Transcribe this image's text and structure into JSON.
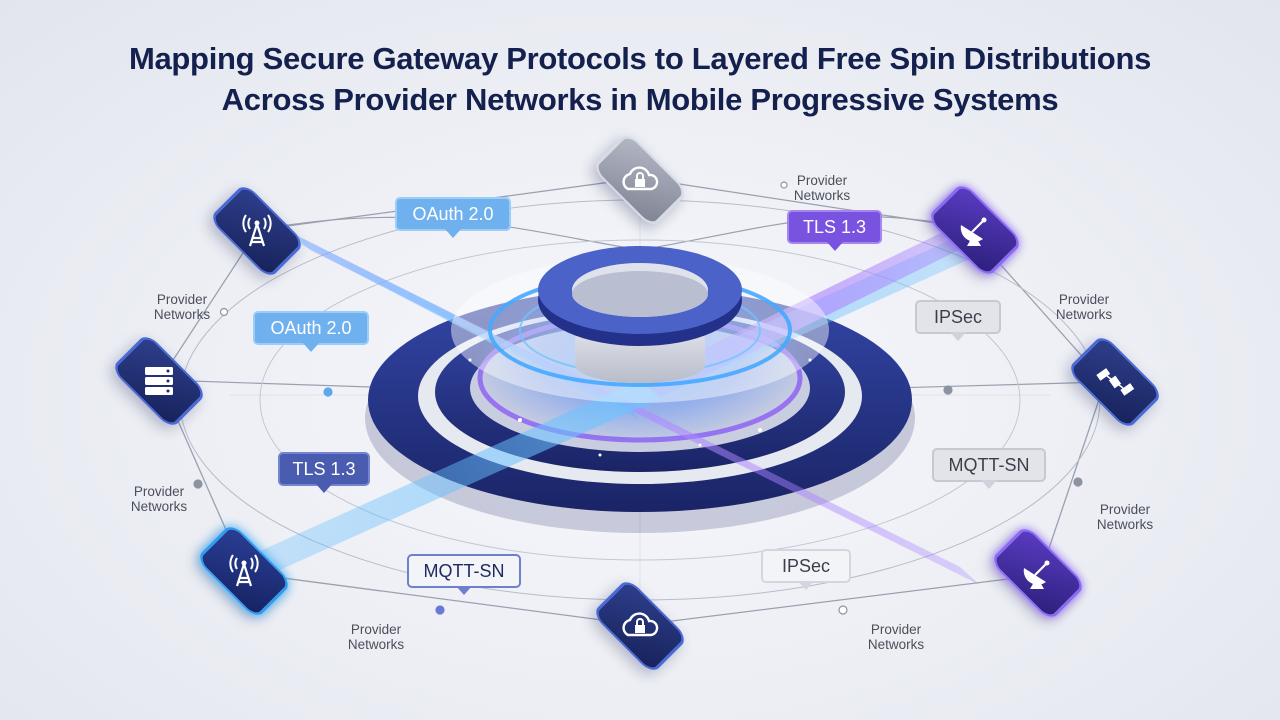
{
  "title": {
    "line1": "Mapping Secure Gateway Protocols to Layered Free Spin Distributions",
    "line2": "Across Provider Networks in Mobile Progressive Systems"
  },
  "nodes": [
    {
      "id": "cloud-lock-top",
      "icon": "cloud-lock-icon",
      "style": "grey"
    },
    {
      "id": "antenna-top-left",
      "icon": "signal-tower-icon",
      "style": "navy"
    },
    {
      "id": "satellite-dish-top-right",
      "icon": "satellite-dish-icon",
      "style": "purple"
    },
    {
      "id": "server-left",
      "icon": "server-rack-icon",
      "style": "navy"
    },
    {
      "id": "satellite-right",
      "icon": "satellite-icon",
      "style": "navy"
    },
    {
      "id": "antenna-bottom-left",
      "icon": "signal-tower-icon",
      "style": "glow"
    },
    {
      "id": "satellite-dish-bottom-right",
      "icon": "satellite-dish-icon",
      "style": "purple"
    },
    {
      "id": "cloud-lock-bottom",
      "icon": "cloud-lock-icon",
      "style": "navy"
    }
  ],
  "protocols": [
    {
      "id": "oauth-top",
      "label": "OAuth 2.0",
      "style": "blue"
    },
    {
      "id": "tls-top-right",
      "label": "TLS 1.3",
      "style": "purple"
    },
    {
      "id": "oauth-left",
      "label": "OAuth 2.0",
      "style": "blue"
    },
    {
      "id": "ipsec-right",
      "label": "IPSec",
      "style": "grey"
    },
    {
      "id": "tls-left",
      "label": "TLS 1.3",
      "style": "navy"
    },
    {
      "id": "mqtt-right",
      "label": "MQTT-SN",
      "style": "grey"
    },
    {
      "id": "mqtt-bottom",
      "label": "MQTT-SN",
      "style": "outline"
    },
    {
      "id": "ipsec-bottom",
      "label": "IPSec",
      "style": "white"
    }
  ],
  "provider_labels": [
    {
      "id": "provider-top-right",
      "line1": "Provider",
      "line2": "Networks"
    },
    {
      "id": "provider-left-upper",
      "line1": "Provider",
      "line2": "Networks"
    },
    {
      "id": "provider-right-upper",
      "line1": "Provider",
      "line2": "Networks"
    },
    {
      "id": "provider-left-lower",
      "line1": "Provider",
      "line2": "Networks"
    },
    {
      "id": "provider-right-lower",
      "line1": "Provider",
      "line2": "Networks"
    },
    {
      "id": "provider-bottom-left",
      "line1": "Provider",
      "line2": "Networks"
    },
    {
      "id": "provider-bottom-right",
      "line1": "Provider",
      "line2": "Networks"
    }
  ],
  "colors": {
    "title": "#14204d",
    "navy": "#1c2a6e",
    "accent_blue": "#3aa6ff",
    "accent_purple": "#8a5cf0",
    "grey": "#9a9eab"
  }
}
